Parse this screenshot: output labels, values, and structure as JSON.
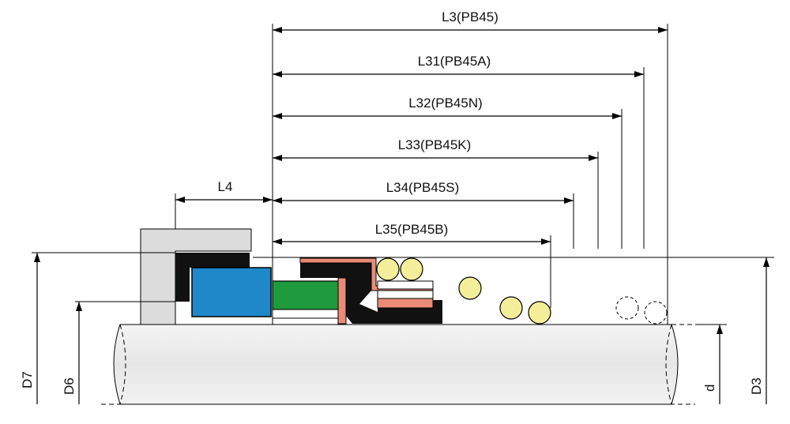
{
  "labels": {
    "L3": "L3(PB45)",
    "L31": "L31(PB45A)",
    "L32": "L32(PB45N)",
    "L33": "L33(PB45K)",
    "L34": "L34(PB45S)",
    "L35": "L35(PB45B)",
    "L4": "L4",
    "D7": "D7",
    "D6": "D6",
    "d": "d",
    "D3": "D3"
  },
  "colors": {
    "gland": "#dcdcdc",
    "seat_ring": "#1e88c8",
    "oring_black": "#111111",
    "green_sleeve": "#1f9a3c",
    "salmon_part": "#e98b76",
    "spring_ball": "#f4ee9a",
    "shaft_fill": "#eeeeee"
  }
}
